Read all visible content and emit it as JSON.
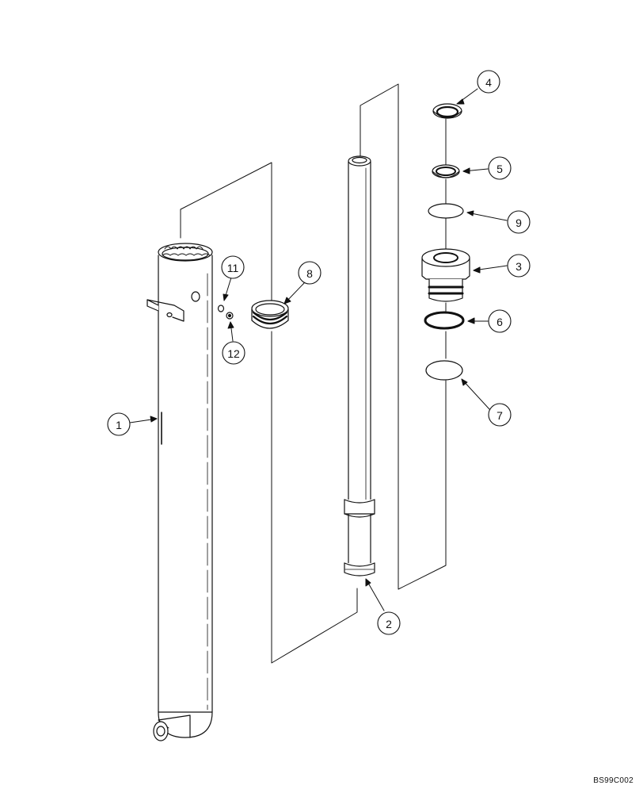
{
  "diagram": {
    "callouts": {
      "c1": "1",
      "c2": "2",
      "c3": "3",
      "c4": "4",
      "c5": "5",
      "c6": "6",
      "c7": "7",
      "c8": "8",
      "c9": "9",
      "c11": "11",
      "c12": "12"
    },
    "reference_code": "BS99C002"
  }
}
